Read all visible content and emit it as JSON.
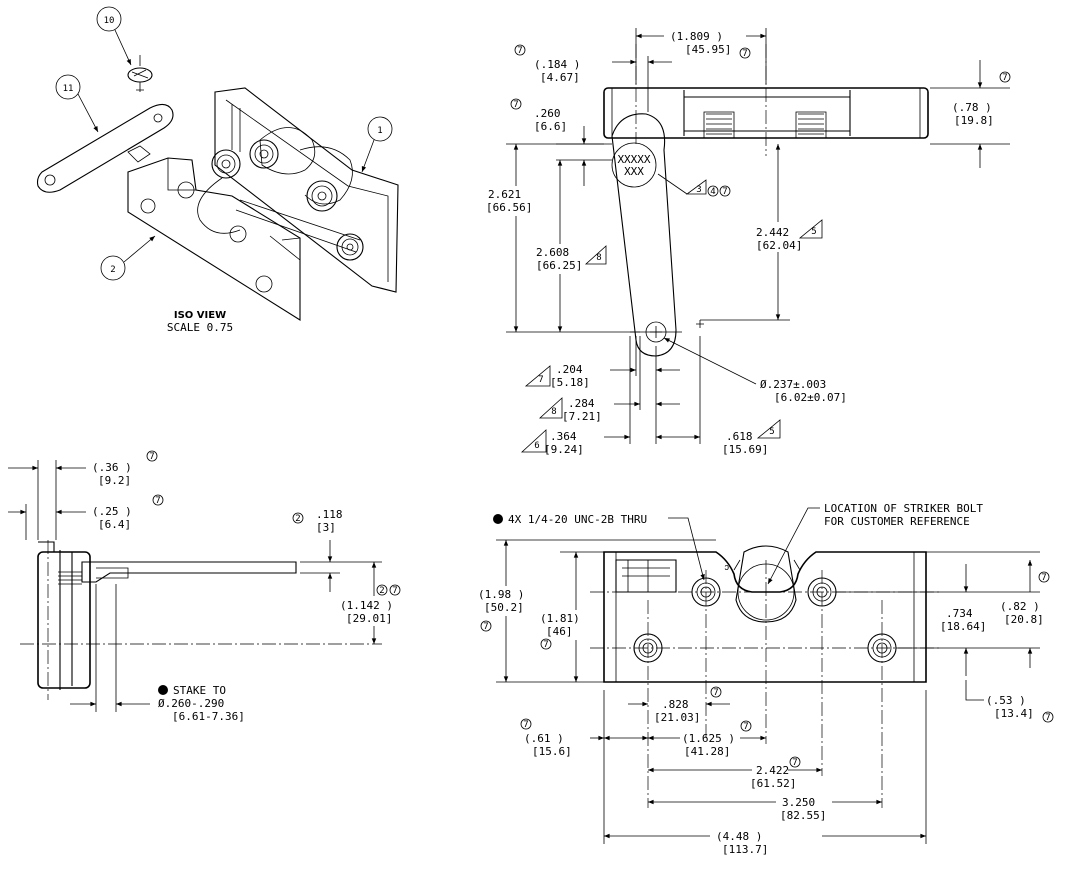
{
  "iso": {
    "title": "ISO VIEW",
    "scale": "SCALE  0.75",
    "balloons": [
      "10",
      "11",
      "1",
      "2"
    ]
  },
  "top_view": {
    "d1809": "(1.809   )",
    "d1809m": "[45.95]",
    "d184": "(.184   )",
    "d184m": "[4.67]",
    "d260": ".260",
    "d260m": "[6.6]",
    "d78": "(.78    )",
    "d78m": "[19.8]",
    "d2621": "2.621",
    "d2621m": "[66.56]",
    "d2608": "2.608",
    "d2608m": "[66.25]",
    "d2442": "2.442",
    "d2442m": "[62.04]",
    "marking1": "XXXXX",
    "marking2": "XXX",
    "d204": ".204",
    "d204m": "[5.18]",
    "d284": ".284",
    "d284m": "[7.21]",
    "d364": ".364",
    "d364m": "[9.24]",
    "d618": ".618",
    "d618m": "[15.69]",
    "hole": "Ø.237±.003",
    "holem": "[6.02±0.07]"
  },
  "side_view": {
    "d36": "(.36    )",
    "d36m": "[9.2]",
    "d25": "(.25    )",
    "d25m": "[6.4]",
    "d118": ".118",
    "d118m": "[3]",
    "d1142": "(1.142   )",
    "d1142m": "[29.01]",
    "stake1": "STAKE TO",
    "stake2": "Ø.260-.290",
    "stake3": "[6.61-7.36]"
  },
  "front_view": {
    "thread": "4X 1/4-20 UNC-2B THRU",
    "loc1": "LOCATION OF STRIKER BOLT",
    "loc2": "FOR CUSTOMER REFERENCE",
    "d198": "(1.98    )",
    "d198m": "[50.2]",
    "d181": "(1.81)",
    "d181m": "[46]",
    "d734": ".734",
    "d734m": "[18.64]",
    "d82": "(.82    )",
    "d82m": "[20.8]",
    "d53": "(.53     )",
    "d53m": "[13.4]",
    "d828": ".828",
    "d828m": "[21.03]",
    "d61": "(.61     )",
    "d61m": "[15.6]",
    "d1625": "(1.625    )",
    "d1625m": "[41.28]",
    "d2422": "2.422",
    "d2422m": "[61.52]",
    "d3250": "3.250",
    "d3250m": "[82.55]",
    "d448": "(4.48       )",
    "d448m": "[113.7]"
  },
  "notes": {
    "n2": "2",
    "n3": "3",
    "n4": "4",
    "n5": "5",
    "n6": "6",
    "n7": "7",
    "n8": "8"
  }
}
